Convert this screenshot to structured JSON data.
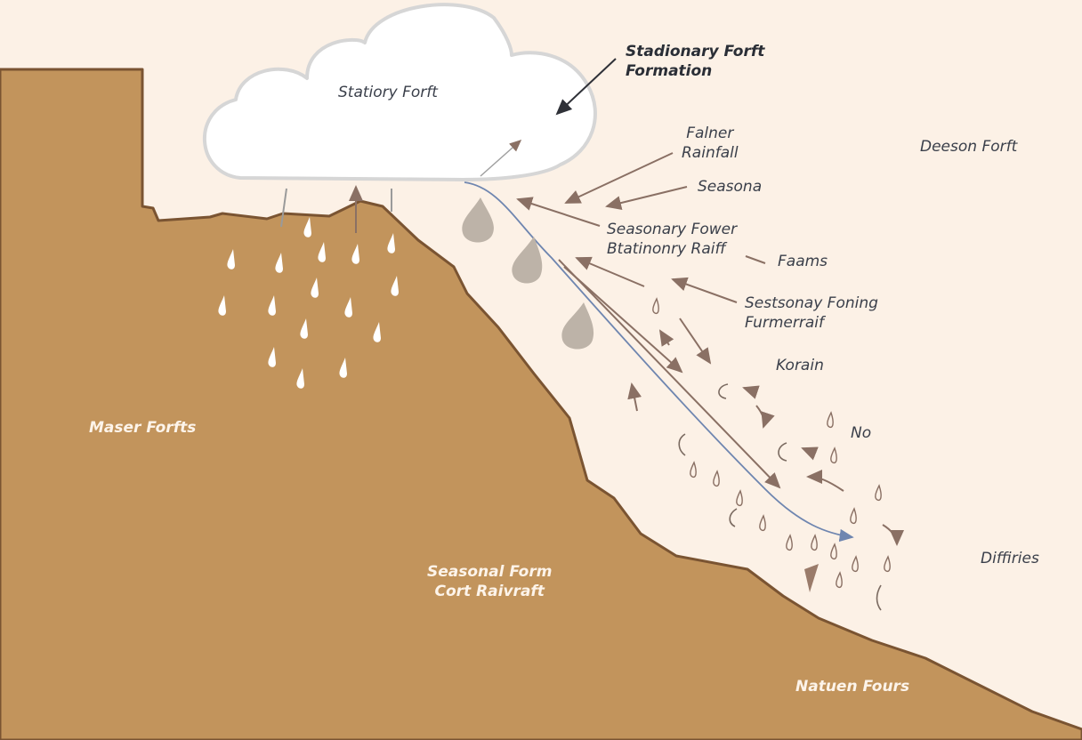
{
  "diagram": {
    "colors": {
      "background": "#fcf1e6",
      "terrain": "#c2945c",
      "terrain_edge": "#7a5432",
      "cloud_fill": "#ffffff",
      "cloud_stroke": "#d6d6d6",
      "arrow": "#8a7064",
      "flow_line": "#6f86b0",
      "droplet_dark": "#b9b0a6",
      "droplet_light": "#ffffff"
    },
    "labels": {
      "title": "Stadionary Forft\nFormation",
      "cloud": "Statiory Forft",
      "falner_rainfall": "Falner\nRainfall",
      "seasona": "Seasona",
      "deeson_forft": "Deeson Forft",
      "seasonary_fower": "Seasonary Fower\nBtatinonry Raiff",
      "faams": "Faams",
      "sestsonay_foning": "Sestsonay Foning\nFurmerraif",
      "korain": "Korain",
      "no": "No",
      "master_forfts": "Maser Forfts",
      "diffiries": "Diffiries",
      "seasonal_form": "Seasonal Form\nCort Raivraft",
      "natuen_fours": "Natuen Fours"
    }
  }
}
